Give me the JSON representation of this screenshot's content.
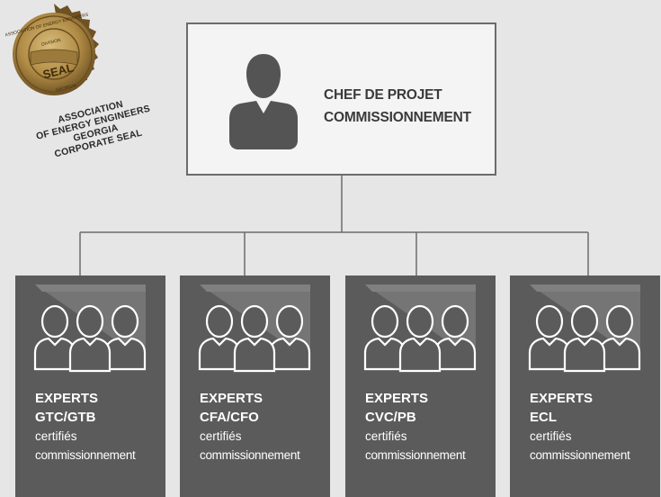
{
  "seal": {
    "graphic_text": [
      "ASSOCIATION OF ENERGY ENGINEERS",
      "DIVISION",
      "SEAL",
      "GEORGIA"
    ],
    "caption": [
      "ASSOCIATION",
      "OF ENERGY ENGINEERS",
      "GEORGIA",
      "CORPORATE SEAL"
    ]
  },
  "chef": {
    "icon": "person-icon",
    "title_line1": "CHEF DE PROJET",
    "title_line2": "COMMISSIONNEMENT"
  },
  "experts": [
    {
      "line1": "EXPERTS",
      "line2": "GTC/GTB",
      "line3": "certifiés",
      "line4": "commissionnement"
    },
    {
      "line1": "EXPERTS",
      "line2": "CFA/CFO",
      "line3": "certifiés",
      "line4": "commissionnement"
    },
    {
      "line1": "EXPERTS",
      "line2": "CVC/PB",
      "line3": "certifiés",
      "line4": "commissionnement"
    },
    {
      "line1": "EXPERTS",
      "line2": "ECL",
      "line3": "certifiés",
      "line4": "commissionnement"
    }
  ],
  "expert_icon": "people-group-icon",
  "colors": {
    "background": "#e6e6e6",
    "chef_box": "#f4f4f4",
    "chef_border": "#6b6b6b",
    "card": "#5b5b5b",
    "person_icon": "#545454",
    "seal_gold": "#b8964e",
    "text_dark": "#3a3a3a"
  }
}
